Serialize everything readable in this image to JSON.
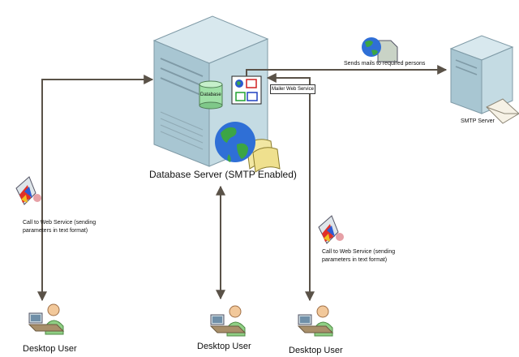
{
  "labels": {
    "database_server": "Database Server (SMTP Enabled)",
    "database": "Database",
    "mailer_web_service": "Mailer Web Service",
    "sends_mails": "Sends mails to required persons",
    "smtp_server": "SMTP Server",
    "call_left": "Call to Web Service (sending parameters in text format)",
    "call_right": "Call to Web Service (sending parameters in text format)",
    "desktop_user_left": "Desktop User",
    "desktop_user_center": "Desktop User",
    "desktop_user_right": "Desktop User"
  },
  "colors": {
    "server_body": "#b9d3dc",
    "server_shade": "#8fb1bf",
    "database": "#9fe0a6",
    "arrow": "#5a5248",
    "user_shirt": "#8fcf84"
  }
}
